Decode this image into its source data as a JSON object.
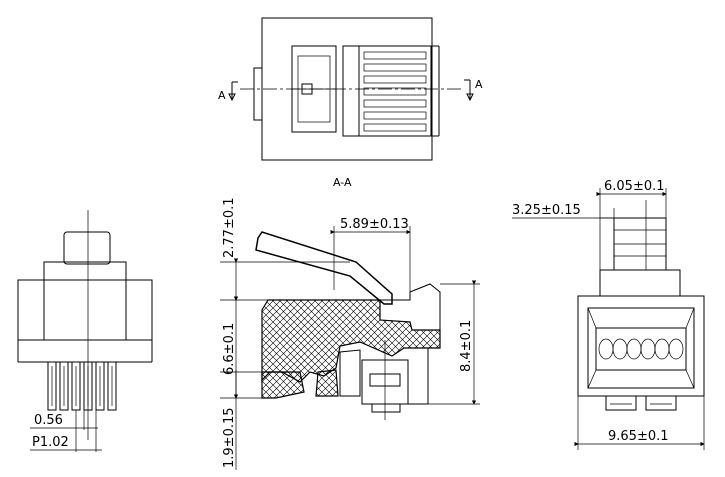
{
  "section_labels": {
    "cut_left": "A",
    "cut_right": "A",
    "section_title": "A-A"
  },
  "dimensions": {
    "height_top": "2.77±0.1",
    "top_width": "5.89±0.13",
    "body_height": "6.6±0.1",
    "total_height": "8.4±0.1",
    "bottom_height": "1.9±0.15",
    "latch_width": "3.25±0.15",
    "top_block_width": "6.05±0.1",
    "total_width": "9.65±0.1",
    "contact_width": "0.56",
    "pitch": "P1.02"
  },
  "colors": {
    "line": "#000000",
    "background": "#ffffff"
  }
}
